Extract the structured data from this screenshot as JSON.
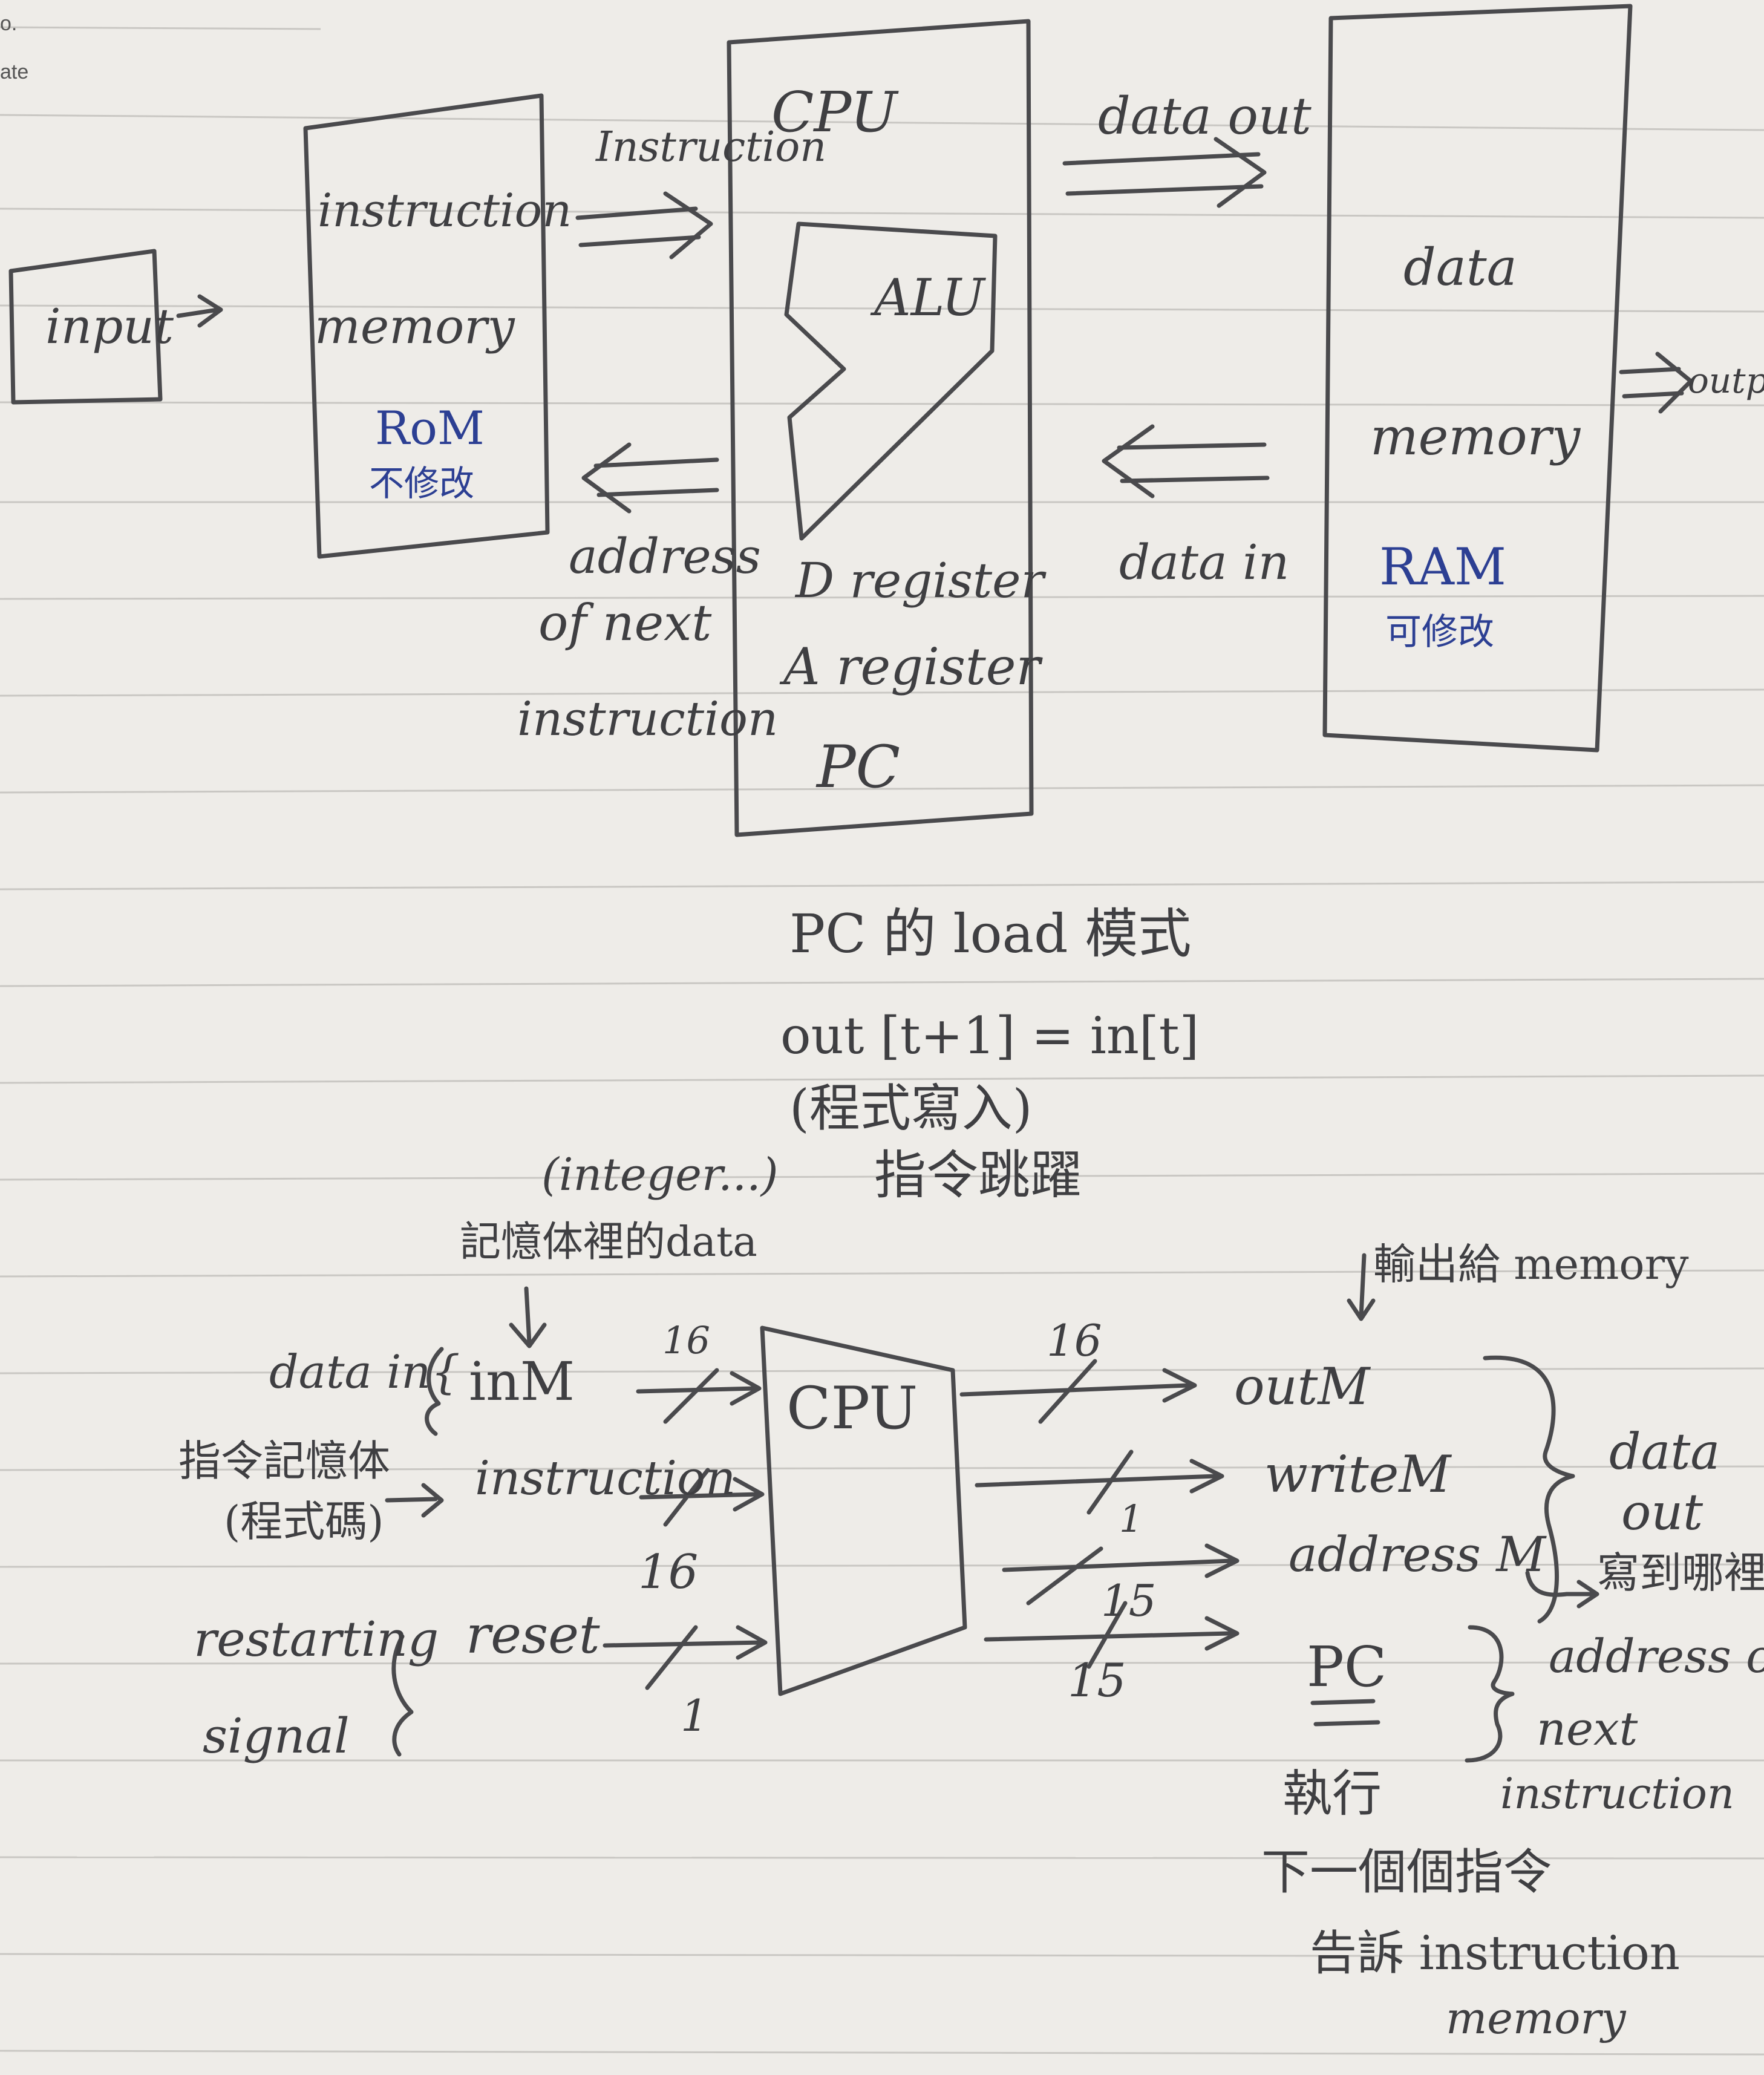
{
  "corner": {
    "no": "o.",
    "date": "ate"
  },
  "top_diagram": {
    "input": "input",
    "rom_title_1": "instruction",
    "rom_title_2": "memory",
    "rom_type": "RoM",
    "rom_note": "不修改",
    "instruction_arrow": "Instruction",
    "cpu": "CPU",
    "alu": "ALU",
    "d_register": "D register",
    "a_register": "A register",
    "pc": "PC",
    "address_1": "address",
    "address_2": "of next",
    "address_3": "instruction",
    "data_out": "data out",
    "data_in": "data in",
    "ram_title_1": "data",
    "ram_title_2": "memory",
    "ram_type": "RAM",
    "ram_note": "可修改",
    "output": "output"
  },
  "middle_notes": {
    "line1": "PC 的 load 模式",
    "line2": "out [t+1] = in[t]",
    "line3": "(程式寫入)",
    "line4": "指令跳躍"
  },
  "bottom_diagram": {
    "integer_note": "(integer...)",
    "memory_data_note": "記憶体裡的data",
    "data_in": "data in{",
    "inM": "inM",
    "instr_mem_1": "指令記憶体",
    "instr_mem_2": "(程式碼)",
    "instruction": "instruction",
    "restarting_1": "restarting",
    "restarting_2": "signal",
    "reset": "reset",
    "cpu": "CPU",
    "w_in_top": "16",
    "w_in_mid": "16",
    "w_reset": "1",
    "w_outM": "16",
    "w_writeM": "1",
    "w_addressM": "15",
    "w_pc": "15",
    "output_to_memory": "輸出給 memory",
    "outM": "outM",
    "writeM": "writeM",
    "addressM": "address M",
    "pc": "PC",
    "data_out_1": "data",
    "data_out_2": "out",
    "write_where": "寫到哪裡",
    "addr_next_1": "address of",
    "addr_next_2": "next",
    "addr_next_3": "instruction",
    "execute_1": "執行",
    "execute_2": "下一個個指令",
    "tell_1": "告訴 instruction",
    "tell_2": "memory"
  }
}
